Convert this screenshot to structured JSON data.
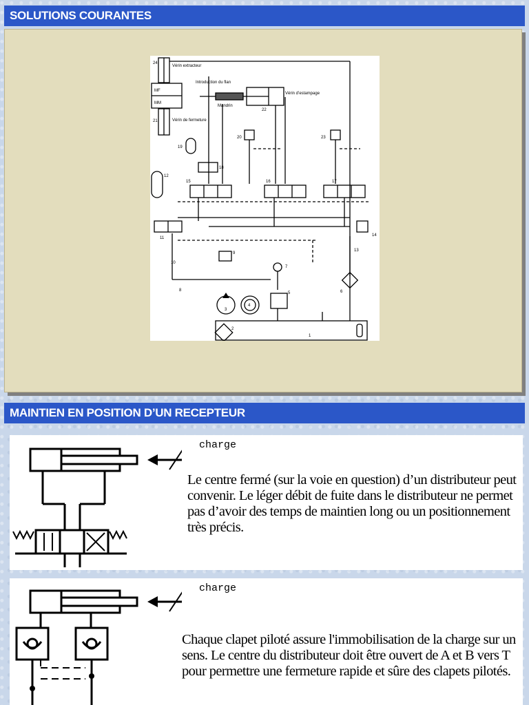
{
  "sections": {
    "solutions": {
      "title": "SOLUTIONS COURANTES"
    },
    "maintien": {
      "title": "MAINTIEN EN POSITION D’UN RECEPTEUR"
    }
  },
  "schematic": {
    "labels": {
      "verin_extracteur": "Vérin extracteur",
      "introduction_flan": "Introduction du flan",
      "mandrin": "Mandrin",
      "verin_estampage": "Vérin d’estampage",
      "verin_fermeture": "Vérin de fermeture",
      "mf": "MF",
      "mm": "MM"
    },
    "numbers": [
      "24",
      "22",
      "21",
      "20",
      "23",
      "19",
      "18",
      "12",
      "15",
      "16",
      "17",
      "14",
      "11",
      "13",
      "10",
      "9",
      "8",
      "7",
      "6",
      "5",
      "4",
      "3",
      "2",
      "1"
    ]
  },
  "cases": [
    {
      "charge_label": "charge",
      "description": "Le centre fermé (sur la voie en question) d’un distributeur peut convenir. Le léger débit de fuite dans le distributeur ne permet pas d’avoir des temps de maintien long ou un positionnement très précis."
    },
    {
      "charge_label": "charge",
      "description": "Chaque clapet piloté assure l'immobilisation de la charge sur un sens. Le centre du distributeur doit être ouvert de A et B vers T pour permettre une fermeture rapide et sûre des clapets pilotés."
    }
  ]
}
